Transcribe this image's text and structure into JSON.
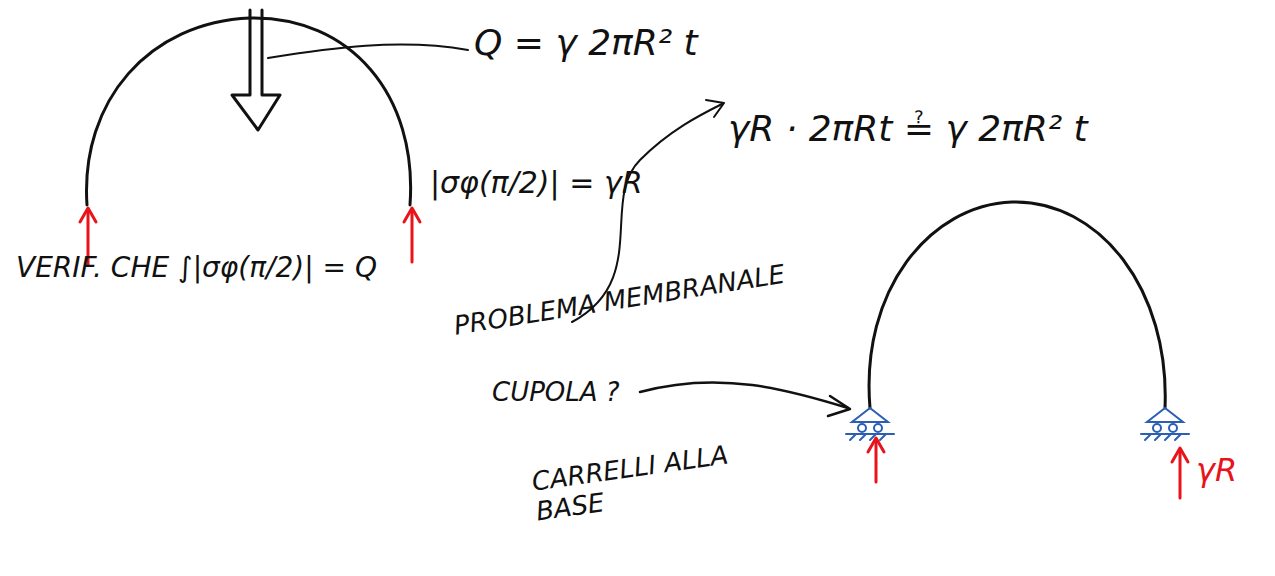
{
  "diagram": {
    "labels": [
      "Q = γ 2πR² t",
      "γR · 2πRt ≟ γ 2πR² t",
      "|σφ(π/2)| = γR",
      "VERIF. CHE ∫|σφ(π/2)| = Q",
      "PROBLEMA MEMBRANALE",
      "CUPOLA ?",
      "CARRELLI ALLA BASE",
      "γR"
    ]
  }
}
